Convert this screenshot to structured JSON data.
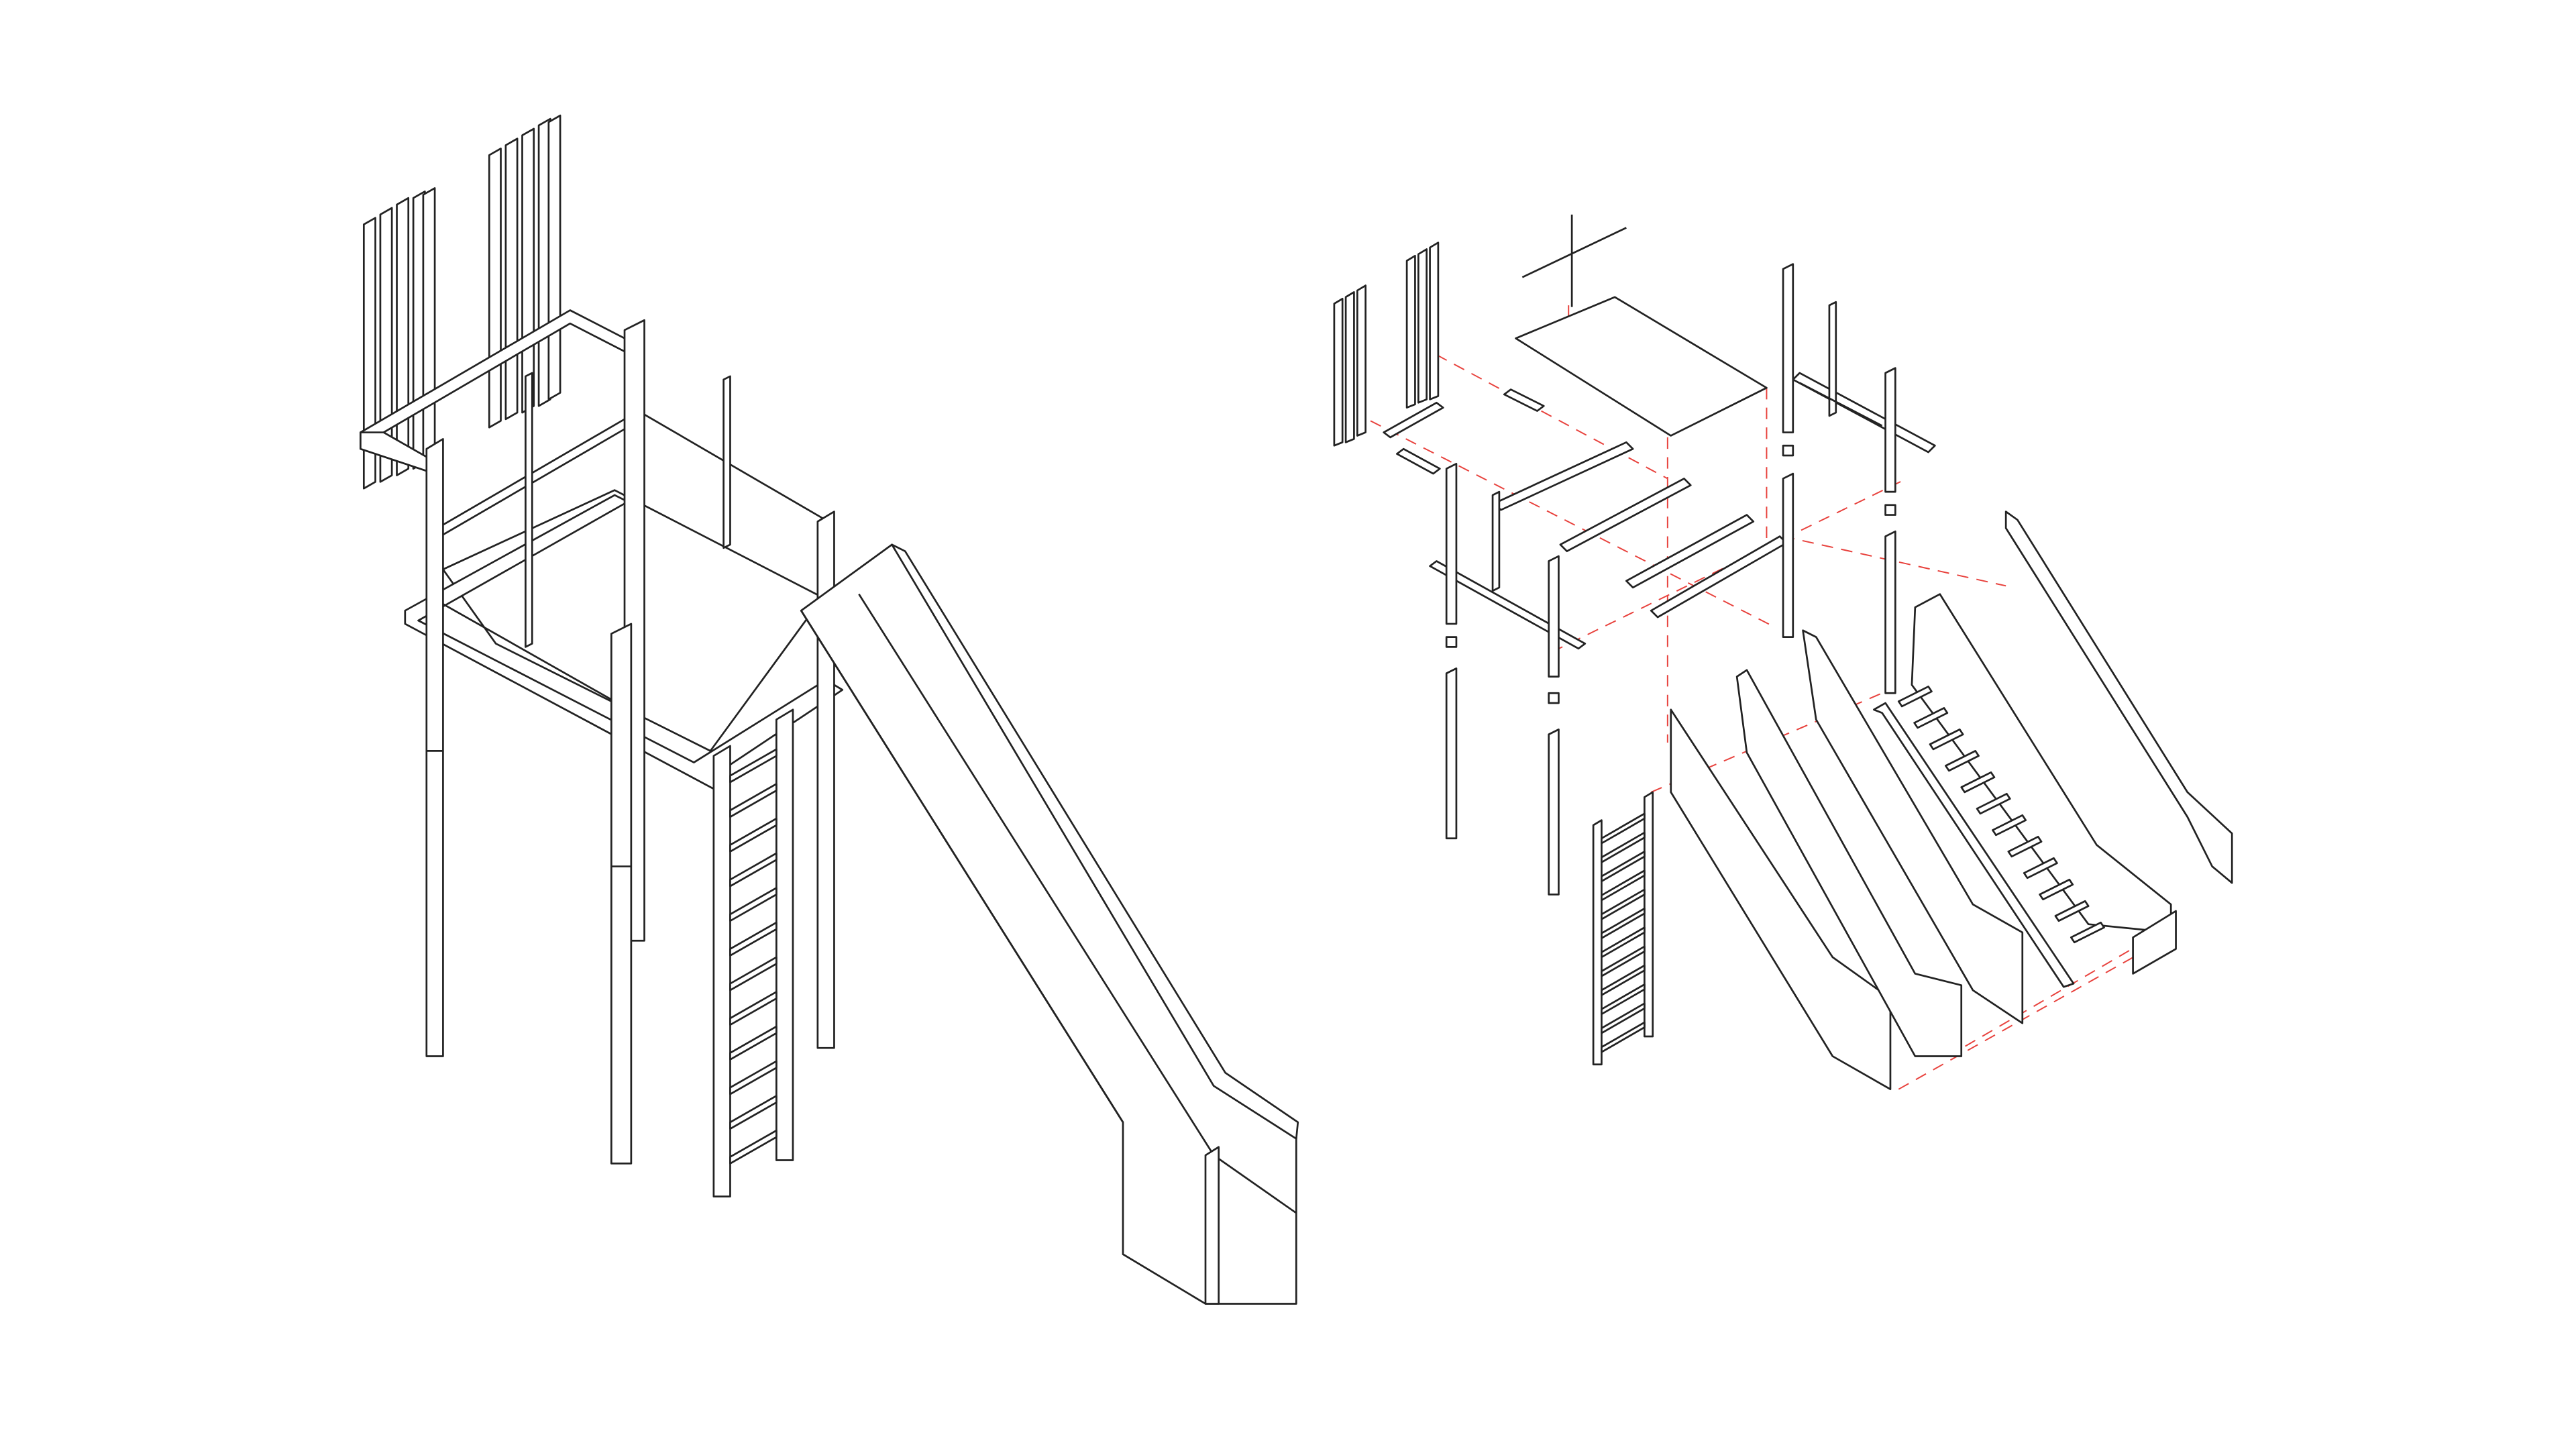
{
  "diagram": {
    "views": [
      "assembled-axonometric",
      "exploded-axonometric"
    ],
    "colors": {
      "line": "#222222",
      "guide": "#e8413c",
      "background": "#ffffff"
    },
    "ladder_rungs": 12
  }
}
